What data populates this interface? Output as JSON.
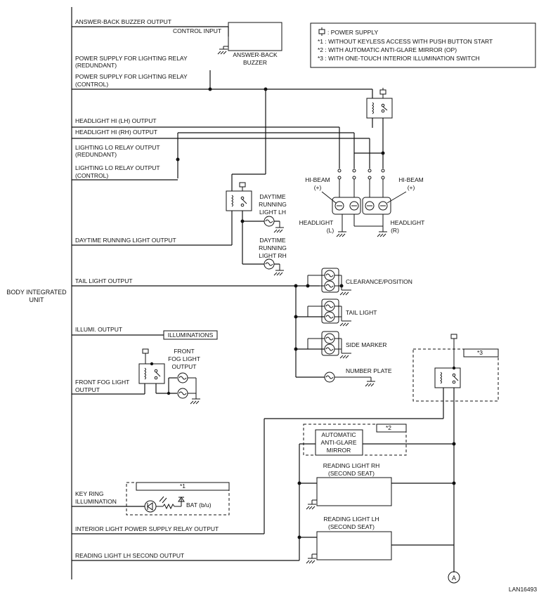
{
  "unit": {
    "line1": "BODY INTEGRATED",
    "line2": "UNIT"
  },
  "legend": {
    "power_supply": ": POWER SUPPLY",
    "note1": "*1  : WITHOUT KEYLESS ACCESS WITH PUSH BUTTON START",
    "note2": "*2  : WITH AUTOMATIC ANTI-GLARE MIRROR (OP)",
    "note3": "*3  : WITH ONE-TOUCH INTERIOR ILLUMINATION SWITCH"
  },
  "outputs": {
    "buzzer": "ANSWER-BACK BUZZER OUTPUT",
    "relay_red_1": "POWER SUPPLY FOR LIGHTING RELAY",
    "relay_red_2": "(REDUNDANT)",
    "relay_ctl_1": "POWER SUPPLY FOR LIGHTING RELAY",
    "relay_ctl_2": "(CONTROL)",
    "hi_lh": "HEADLIGHT HI (LH) OUTPUT",
    "hi_rh": "HEADLIGHT HI (RH) OUTPUT",
    "lo_red_1": "LIGHTING LO RELAY OUTPUT",
    "lo_red_2": "(REDUNDANT)",
    "lo_ctl_1": "LIGHTING LO RELAY OUTPUT",
    "lo_ctl_2": "(CONTROL)",
    "drl": "DAYTIME RUNNING LIGHT OUTPUT",
    "tail": "TAIL LIGHT OUTPUT",
    "illumi": "ILLUMI. OUTPUT",
    "fog_1": "FRONT FOG LIGHT",
    "fog_2": "OUTPUT",
    "keyring_1": "KEY RING",
    "keyring_2": "ILLUMINATION",
    "interior": "INTERIOR LIGHT POWER SUPPLY RELAY OUTPUT",
    "reading_lh": "READING LIGHT LH SECOND OUTPUT"
  },
  "components": {
    "control_input": "CONTROL INPUT",
    "buzzer_1": "ANSWER-BACK",
    "buzzer_2": "BUZZER",
    "hibeam_l_1": "HI-BEAM",
    "hibeam_l_2": "(+)",
    "hibeam_r_1": "HI-BEAM",
    "hibeam_r_2": "(+)",
    "headlight_l_1": "HEADLIGHT",
    "headlight_l_2": "(L)",
    "headlight_r_1": "HEADLIGHT",
    "headlight_r_2": "(R)",
    "drl_lh_1": "DAYTIME",
    "drl_lh_2": "RUNNING",
    "drl_lh_3": "LIGHT LH",
    "drl_rh_1": "DAYTIME",
    "drl_rh_2": "RUNNING",
    "drl_rh_3": "LIGHT RH",
    "clearance": "CLEARANCE/POSITION",
    "tail_light": "TAIL LIGHT",
    "side_marker": "SIDE MARKER",
    "number_plate": "NUMBER PLATE",
    "illuminations": "ILLUMINATIONS",
    "fog_1": "FRONT",
    "fog_2": "FOG LIGHT",
    "fog_3": "OUTPUT",
    "note3_tag": "*3",
    "note2_tag": "*2",
    "note1_tag": "*1",
    "mirror_1": "AUTOMATIC",
    "mirror_2": "ANTI-GLARE",
    "mirror_3": "MIRROR",
    "reading_rh_1": "READING LIGHT RH",
    "reading_rh_2": "(SECOND SEAT)",
    "reading_lh_1": "READING LIGHT LH",
    "reading_lh_2": "(SECOND SEAT)",
    "bat": "BAT (b/u)",
    "connector": "A"
  },
  "figure_id": "LAN16493"
}
